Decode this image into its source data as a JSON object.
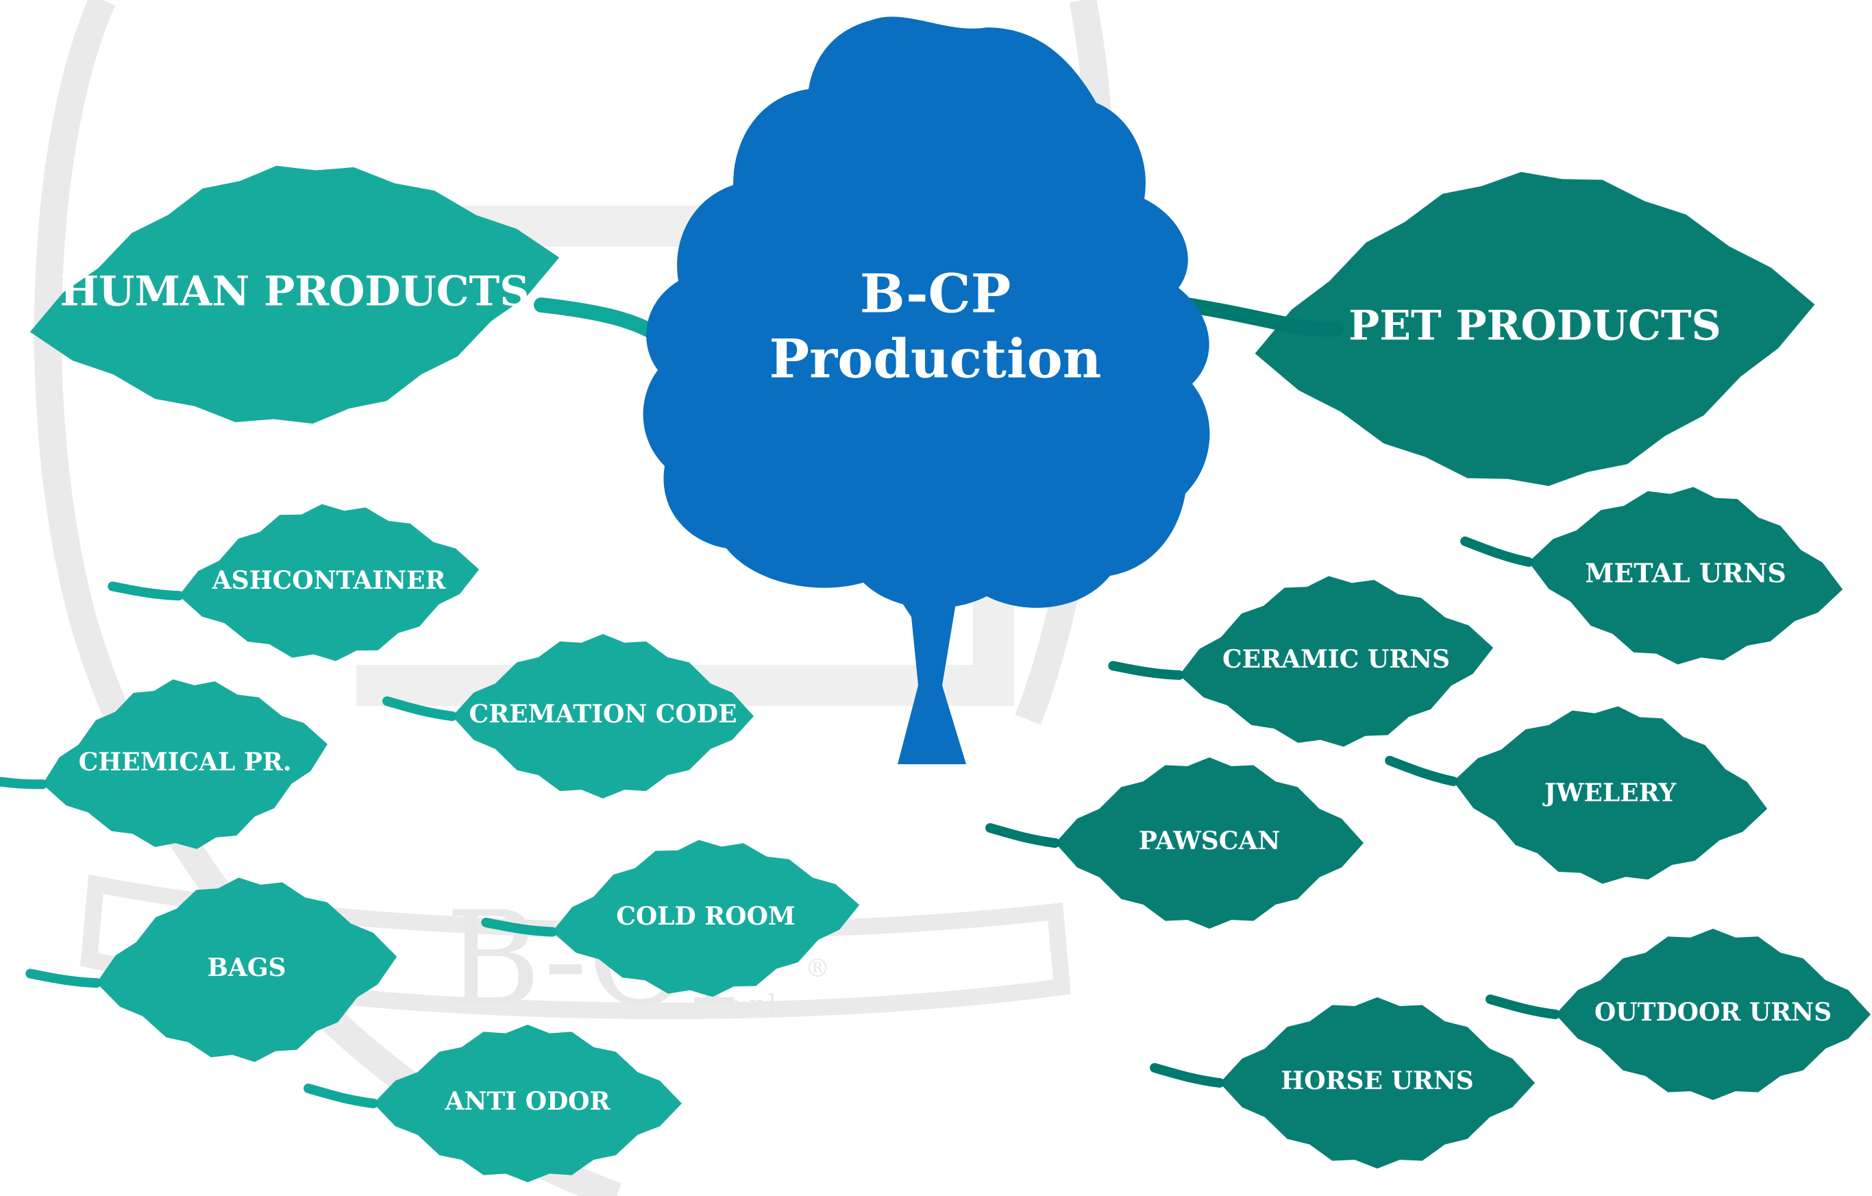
{
  "watermark": {
    "text": "B-CP",
    "suffix": "s.r.l.",
    "registered": "®"
  },
  "center": {
    "line1": "B-CP",
    "line2": "Production",
    "color": "#0a6fc0"
  },
  "colors": {
    "human": "#10a89a",
    "pet": "#007a6e",
    "watermark": "#e6e6e6"
  },
  "categories": [
    {
      "name": "human",
      "label": "HUMAN PRODUCTS",
      "items": [
        "ASHCONTAINER",
        "CREMATION CODE",
        "CHEMICAL PR.",
        "COLD ROOM",
        "BAGS",
        "ANTI ODOR"
      ]
    },
    {
      "name": "pet",
      "label": "PET PRODUCTS",
      "items": [
        "METAL URNS",
        "CERAMIC URNS",
        "JWELERY",
        "PAWSCAN",
        "OUTDOOR URNS",
        "HORSE URNS"
      ]
    }
  ]
}
